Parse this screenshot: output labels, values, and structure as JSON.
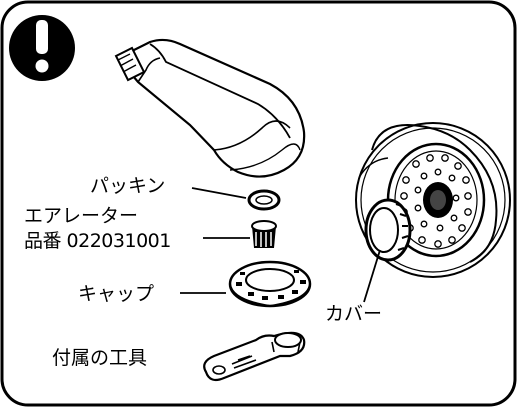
{
  "warning": {
    "symbol": "!",
    "icon": "exclamation-warning-icon"
  },
  "labels": {
    "packing": "パッキン",
    "aerator": "エアレーター",
    "part_number": "品番 022031001",
    "cap": "キャップ",
    "cover": "カバー",
    "tool": "付属の工具"
  },
  "colors": {
    "line": "#000000",
    "background": "#ffffff"
  }
}
